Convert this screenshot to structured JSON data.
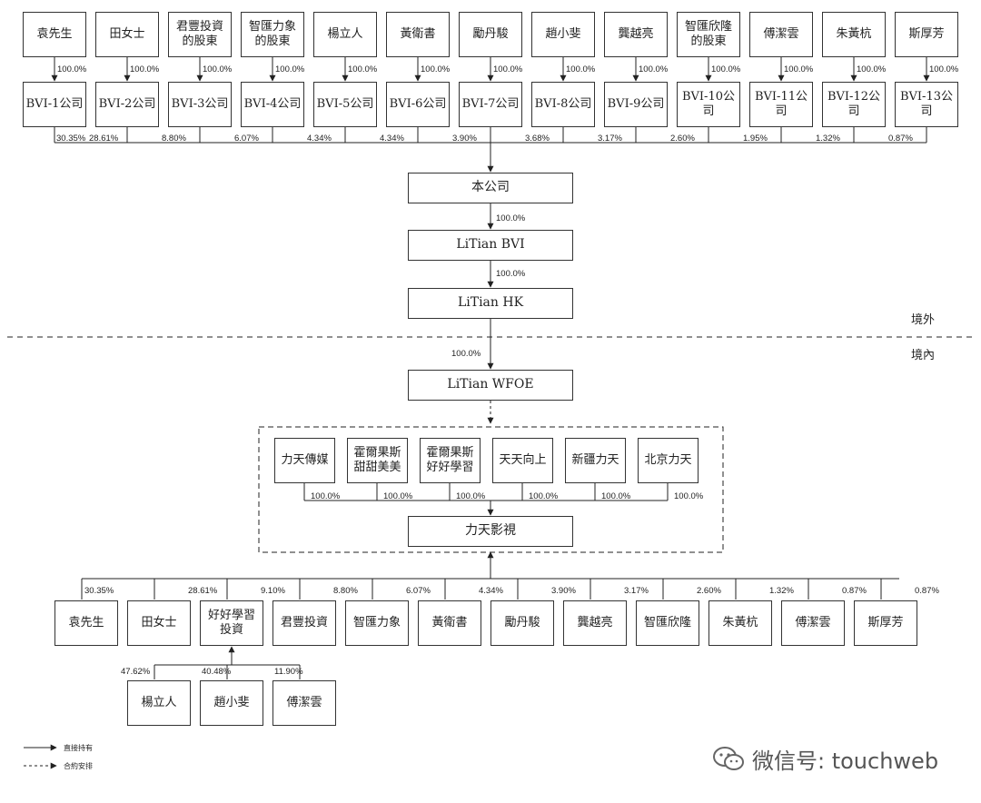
{
  "top_shareholders": [
    "袁先生",
    "田女士",
    "君豐投資\n的股東",
    "智匯力象\n的股東",
    "楊立人",
    "黃衛書",
    "勵丹駿",
    "趙小斐",
    "龔越亮",
    "智匯欣隆\n的股東",
    "傅潔雲",
    "朱黃杭",
    "斯厚芳"
  ],
  "bvi_companies": [
    "BVI-1公司",
    "BVI-2公司",
    "BVI-3公司",
    "BVI-4公司",
    "BVI-5公司",
    "BVI-6公司",
    "BVI-7公司",
    "BVI-8公司",
    "BVI-9公司",
    "BVI-10公司",
    "BVI-11公司",
    "BVI-12公司",
    "BVI-13公司"
  ],
  "shareholder_to_bvi_pct": "100.0%",
  "bvi_to_company_pcts": [
    "30.35%",
    "28.61%",
    "8.80%",
    "6.07%",
    "4.34%",
    "4.34%",
    "3.90%",
    "3.68%",
    "3.17%",
    "2.60%",
    "1.95%",
    "1.32%",
    "0.87%"
  ],
  "company": "本公司",
  "litian_bvi": "LiTian BVI",
  "litian_hk": "LiTian HK",
  "litian_wfoe": "LiTian WFOE",
  "chain_pcts": [
    "100.0%",
    "100.0%",
    "100.0%"
  ],
  "region_offshore": "境外",
  "region_onshore": "境內",
  "vie_entities": [
    "力天傳媒",
    "霍爾果斯\n甜甜美美",
    "霍爾果斯\n好好學習",
    "天天向上",
    "新疆力天",
    "北京力天"
  ],
  "vie_pcts": [
    "100.0%",
    "100.0%",
    "100.0%",
    "100.0%",
    "100.0%",
    "100.0%"
  ],
  "litian_media": "力天影視",
  "onshore_holders": [
    "袁先生",
    "田女士",
    "好好學習\n投資",
    "君豐投資",
    "智匯力象",
    "黃衛書",
    "勵丹駿",
    "龔越亮",
    "智匯欣隆",
    "朱黃杭",
    "傅潔雲",
    "斯厚芳"
  ],
  "onshore_pcts": [
    "30.35%",
    "28.61%",
    "9.10%",
    "8.80%",
    "6.07%",
    "4.34%",
    "3.90%",
    "3.17%",
    "2.60%",
    "1.32%",
    "0.87%",
    "0.87%"
  ],
  "haohao_holders": [
    "楊立人",
    "趙小斐",
    "傅潔雲"
  ],
  "haohao_pcts": [
    "47.62%",
    "40.48%",
    "11.90%"
  ],
  "legend": {
    "direct": "直接持有",
    "contract": "合約安排"
  },
  "watermark": "微信号: touchweb"
}
